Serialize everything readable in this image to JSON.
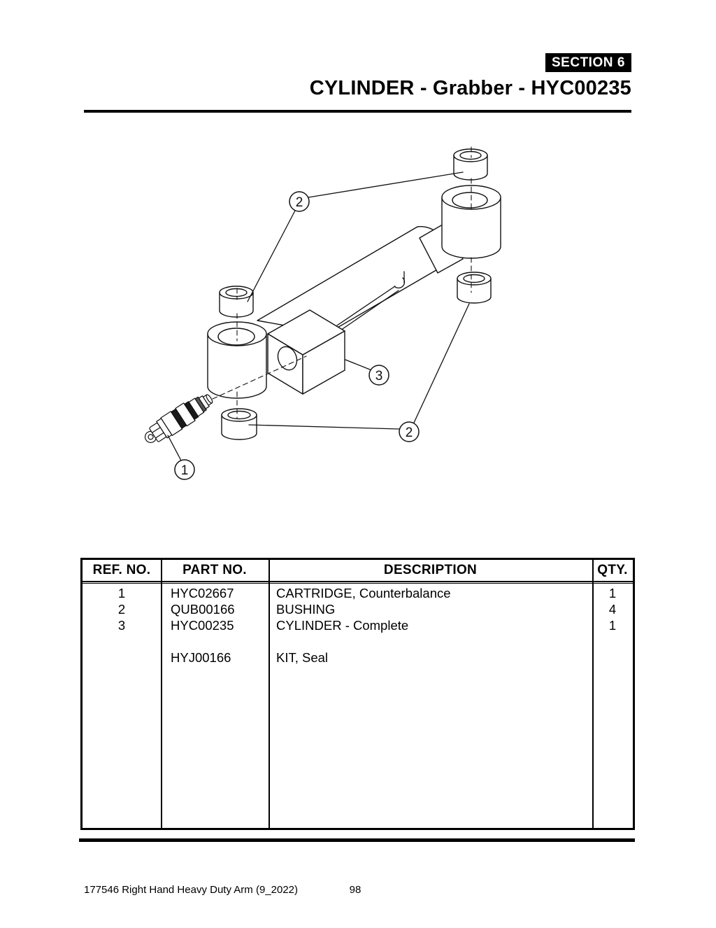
{
  "page": {
    "section_label": "SECTION",
    "section_number": "6",
    "title": "CYLINDER - Grabber - HYC00235",
    "footer_left": "177546 Right Hand Heavy Duty Arm (9_2022)",
    "page_number": "98"
  },
  "diagram": {
    "description": "Exploded isometric line drawing of grabber hydraulic cylinder HYC00235 with counterbalance cartridge, four bushings and valve block",
    "callouts": [
      {
        "label": "2"
      },
      {
        "label": "3"
      },
      {
        "label": "2"
      },
      {
        "label": "1"
      }
    ]
  },
  "parts_table": {
    "headers": [
      "REF. NO.",
      "PART NO.",
      "DESCRIPTION",
      "QTY."
    ],
    "rows": [
      {
        "ref": "1",
        "part": "HYC02667",
        "desc": "CARTRIDGE, Counterbalance",
        "qty": "1"
      },
      {
        "ref": "2",
        "part": "QUB00166",
        "desc": "BUSHING",
        "qty": "4"
      },
      {
        "ref": "3",
        "part": "HYC00235",
        "desc": "CYLINDER - Complete",
        "qty": "1"
      },
      {
        "ref": "",
        "part": "",
        "desc": "",
        "qty": ""
      },
      {
        "ref": "",
        "part": "HYJ00166",
        "desc": "KIT, Seal",
        "qty": ""
      }
    ]
  },
  "colors": {
    "ink": "#000000",
    "paper": "#ffffff"
  }
}
